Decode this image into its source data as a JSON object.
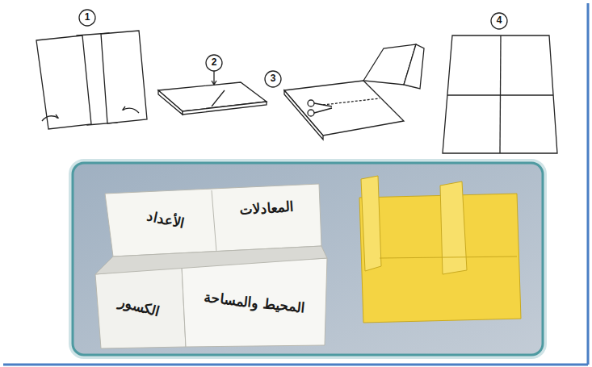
{
  "diagram": {
    "labels": [
      "1",
      "2",
      "3",
      "4",
      "المعادلات",
      "الأعداد",
      "الكسور",
      "المحيط والمساحة"
    ]
  }
}
